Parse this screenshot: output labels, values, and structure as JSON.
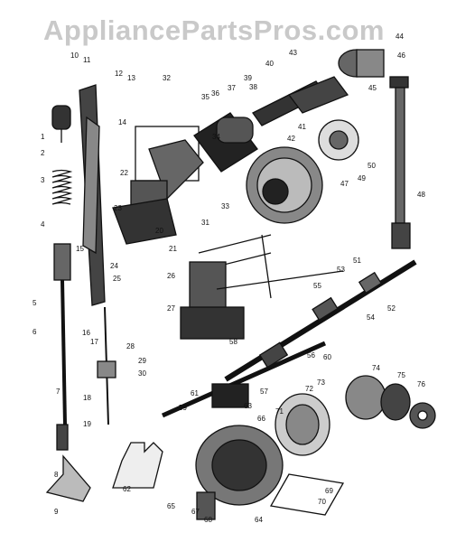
{
  "watermark": "AppliancePartsPros.com",
  "part_numbers": [
    "1",
    "2",
    "3",
    "4",
    "5",
    "6",
    "7",
    "8",
    "9",
    "10",
    "11",
    "12",
    "13",
    "14",
    "15",
    "16",
    "17",
    "18",
    "19",
    "20",
    "21",
    "22",
    "23",
    "24",
    "25",
    "26",
    "27",
    "28",
    "29",
    "30",
    "31",
    "32",
    "33",
    "34",
    "35",
    "36",
    "37",
    "38",
    "39",
    "40",
    "41",
    "42",
    "43",
    "44",
    "45",
    "46",
    "47",
    "48",
    "49",
    "50",
    "51",
    "52",
    "53",
    "54",
    "55",
    "56",
    "57",
    "58",
    "59",
    "60",
    "61",
    "62",
    "63",
    "64",
    "65",
    "66",
    "67",
    "68",
    "69",
    "70",
    "71",
    "72",
    "73",
    "74",
    "75",
    "76"
  ]
}
